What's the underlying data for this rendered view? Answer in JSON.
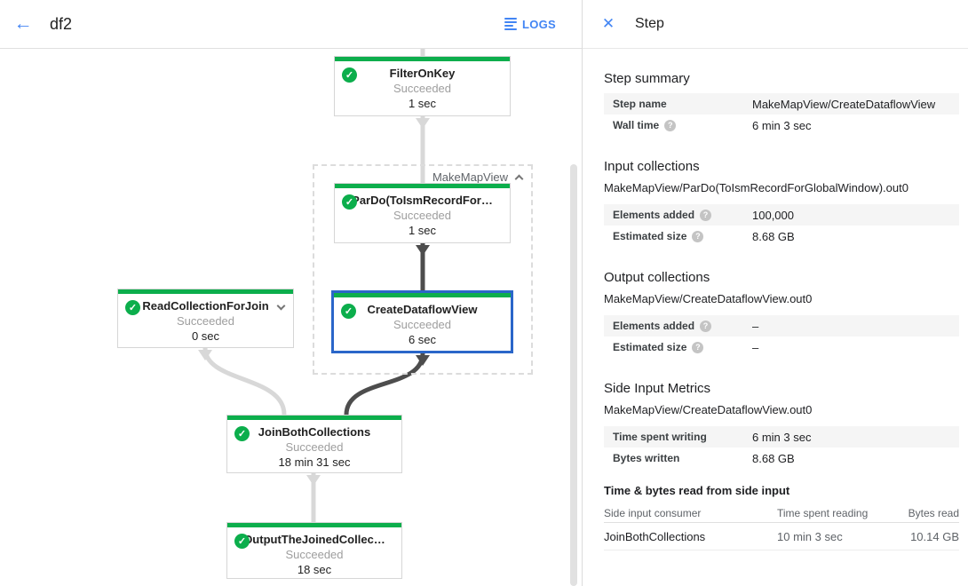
{
  "topbar": {
    "title": "df2",
    "logs_label": "LOGS"
  },
  "icons": {
    "back": "←",
    "close": "✕",
    "check": "✓",
    "help": "?"
  },
  "colors": {
    "accent_blue": "#4285f4",
    "success_green": "#0cae4c",
    "selected_border": "#2a66c9",
    "edge_light": "#d8d8d8",
    "edge_dark": "#4d4d4d"
  },
  "graph": {
    "group_label": "MakeMapView",
    "nodes": [
      {
        "title": "FilterOnKey",
        "status": "Succeeded",
        "time": "1 sec"
      },
      {
        "title": "ParDo(ToIsmRecordFor…",
        "status": "Succeeded",
        "time": "1 sec"
      },
      {
        "title": "CreateDataflowView",
        "status": "Succeeded",
        "time": "6 sec"
      },
      {
        "title": "ReadCollectionForJoin",
        "status": "Succeeded",
        "time": "0 sec"
      },
      {
        "title": "JoinBothCollections",
        "status": "Succeeded",
        "time": "18 min 31 sec"
      },
      {
        "title": "OutputTheJoinedCollec…",
        "status": "Succeeded",
        "time": "18 sec"
      }
    ]
  },
  "panel": {
    "title": "Step",
    "step_summary": {
      "heading": "Step summary",
      "rows": [
        {
          "label": "Step name",
          "value": "MakeMapView/CreateDataflowView"
        },
        {
          "label": "Wall time",
          "value": "6 min 3 sec"
        }
      ]
    },
    "input_collections": {
      "heading": "Input collections",
      "collection": "MakeMapView/ParDo(ToIsmRecordForGlobalWindow).out0",
      "rows": [
        {
          "label": "Elements added",
          "value": "100,000"
        },
        {
          "label": "Estimated size",
          "value": "8.68 GB"
        }
      ]
    },
    "output_collections": {
      "heading": "Output collections",
      "collection": "MakeMapView/CreateDataflowView.out0",
      "rows": [
        {
          "label": "Elements added",
          "value": "–"
        },
        {
          "label": "Estimated size",
          "value": "–"
        }
      ]
    },
    "side_input_metrics": {
      "heading": "Side Input Metrics",
      "collection": "MakeMapView/CreateDataflowView.out0",
      "rows": [
        {
          "label": "Time spent writing",
          "value": "6 min 3 sec"
        },
        {
          "label": "Bytes written",
          "value": "8.68 GB"
        }
      ]
    },
    "side_input_table": {
      "heading": "Time & bytes read from side input",
      "columns": [
        "Side input consumer",
        "Time spent reading",
        "Bytes read"
      ],
      "rows": [
        [
          "JoinBothCollections",
          "10 min 3 sec",
          "10.14 GB"
        ]
      ]
    }
  }
}
